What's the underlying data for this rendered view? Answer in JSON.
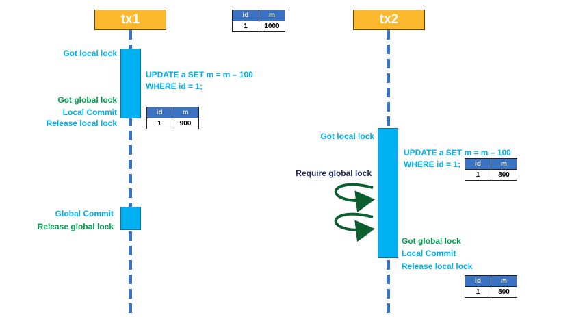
{
  "participants": [
    {
      "name": "tx1"
    },
    {
      "name": "tx2"
    }
  ],
  "columns": [
    "id",
    "m"
  ],
  "tables": {
    "initial": {
      "id": "1",
      "m": "1000"
    },
    "tx1_after_update": {
      "id": "1",
      "m": "900"
    },
    "tx2_during_update": {
      "id": "1",
      "m": "800"
    },
    "tx2_final": {
      "id": "1",
      "m": "800"
    }
  },
  "tx1": {
    "got_local_lock": "Got local lock",
    "sql_line1": "UPDATE a SET m = m – 100",
    "sql_line2": "WHERE id = 1;",
    "got_global_lock": "Got global lock",
    "local_commit": "Local Commit",
    "release_local_lock": "Release local lock",
    "global_commit": "Global Commit",
    "release_global_lock": "Release global lock"
  },
  "tx2": {
    "got_local_lock": "Got local lock",
    "sql_line1": "UPDATE a SET m = m – 100",
    "sql_line2": "WHERE id = 1;",
    "require_global_lock": "Require global lock",
    "got_global_lock": "Got global lock",
    "local_commit": "Local Commit",
    "release_local_lock": "Release local lock"
  },
  "colors": {
    "tx_box": "#FDB92E",
    "lifeline": "#3A72C4",
    "activation": "#00B0F0",
    "label_blue": "#00B0F0",
    "label_green": "#00A050",
    "table_header": "#3A72C4",
    "highlight": "#FFFF33",
    "arrow": "#0B5E2E"
  }
}
